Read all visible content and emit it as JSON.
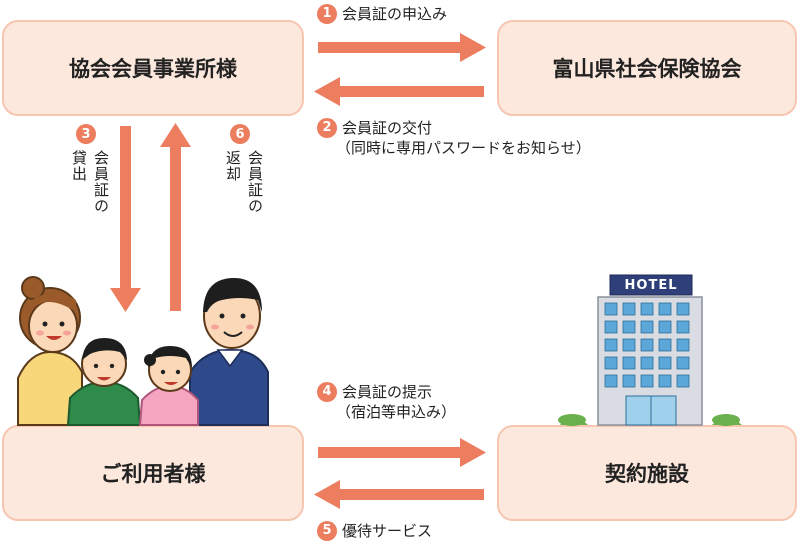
{
  "boxes": {
    "member_office": "協会会員事業所様",
    "association": "富山県社会保険協会",
    "user": "ご利用者様",
    "facility": "契約施設"
  },
  "steps": {
    "s1": {
      "num": "1",
      "text": "会員証の申込み"
    },
    "s2": {
      "num": "2",
      "text": "会員証の交付",
      "sub": "（同時に専用パスワードをお知らせ）"
    },
    "s3": {
      "num": "3",
      "line1": "会員証の",
      "line2": "貸出"
    },
    "s4": {
      "num": "4",
      "text": "会員証の提示",
      "sub": "（宿泊等申込み）"
    },
    "s5": {
      "num": "5",
      "text": "優待サービス"
    },
    "s6": {
      "num": "6",
      "line1": "会員証の",
      "line2": "返却"
    }
  },
  "hotel_sign": "HOTEL",
  "colors": {
    "arrow": "#ec7d5f",
    "box_fill": "#fde8dd",
    "box_border": "#f6c6b0"
  }
}
